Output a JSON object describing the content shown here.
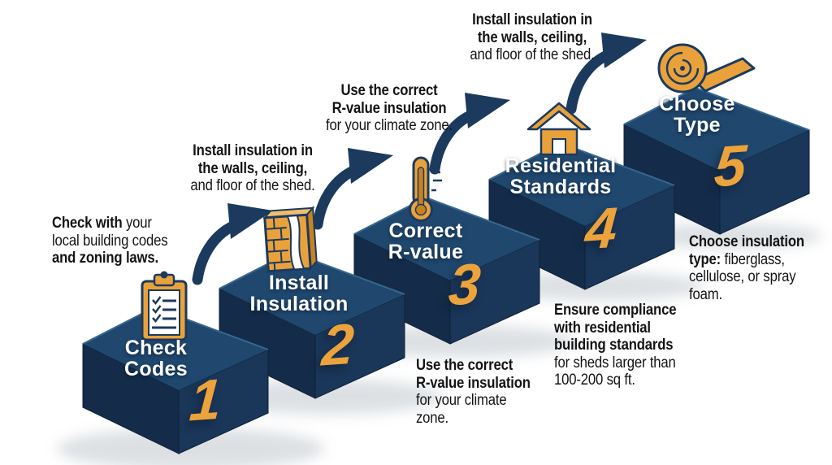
{
  "diagram": {
    "type": "step-infographic",
    "subject": "Shed insulation installation steps",
    "step_count": 5
  },
  "colors": {
    "block_top": "#20486F",
    "block_left_face": "#142C49",
    "block_right_face": "#1A3659",
    "accent_gold": "#E9A23B",
    "number_gold": "#ECA33C",
    "arrow_navy": "#1B3A5E",
    "label_white": "#FFFFFF",
    "note_text": "#141414",
    "background": "#FFFFFF"
  },
  "steps": [
    {
      "number": "1",
      "label": "Check Codes",
      "label_lines": [
        "Check",
        "Codes"
      ],
      "icon": "clipboard-checklist-icon"
    },
    {
      "number": "2",
      "label": "Install Insulation",
      "label_lines": [
        "Install",
        "Insulation"
      ],
      "icon": "brick-wall-insulation-icon"
    },
    {
      "number": "3",
      "label": "Correct R-value",
      "label_lines": [
        "Correct",
        "R-value"
      ],
      "icon": "thermometer-icon"
    },
    {
      "number": "4",
      "label": "Residential Standards",
      "label_lines": [
        "Residential",
        "Standards"
      ],
      "icon": "house-icon"
    },
    {
      "number": "5",
      "label": "Choose Type",
      "label_lines": [
        "Choose",
        "Type"
      ],
      "icon": "insulation-roll-icon"
    }
  ],
  "annotations": {
    "step1_side": {
      "lines": [
        {
          "b": "Check with",
          "r": " your"
        },
        {
          "r": "local building codes"
        },
        {
          "b": "and zoning laws."
        }
      ]
    },
    "step2_above": {
      "lines": [
        {
          "b": "Install insulation in"
        },
        {
          "b": "the walls, ceiling,"
        },
        {
          "r": "and floor of the shed."
        }
      ]
    },
    "step3_above": {
      "lines": [
        {
          "b": "Use the correct"
        },
        {
          "b": "R-value insulation"
        },
        {
          "r": "for your climate zone."
        }
      ]
    },
    "step4_above": {
      "lines": [
        {
          "b": "Install insulation in"
        },
        {
          "b": "the walls, ceiling,"
        },
        {
          "r": "and floor of the shed."
        }
      ]
    },
    "step5_side": {
      "lines": [
        {
          "b": "Choose insulation"
        },
        {
          "b": "type:",
          "r": " fiberglass,"
        },
        {
          "r": "cellulose, or spray"
        },
        {
          "r": "foam."
        }
      ]
    },
    "step4_below": {
      "lines": [
        {
          "b": "Ensure compliance"
        },
        {
          "b": "with residential"
        },
        {
          "b": "building standards"
        },
        {
          "r": "for sheds larger than"
        },
        {
          "r": "100-200 sq ft."
        }
      ]
    },
    "step3_below": {
      "lines": [
        {
          "b": "Use the correct"
        },
        {
          "b": "R-value insulation"
        },
        {
          "r": "for your climate"
        },
        {
          "r": "zone."
        }
      ]
    }
  }
}
